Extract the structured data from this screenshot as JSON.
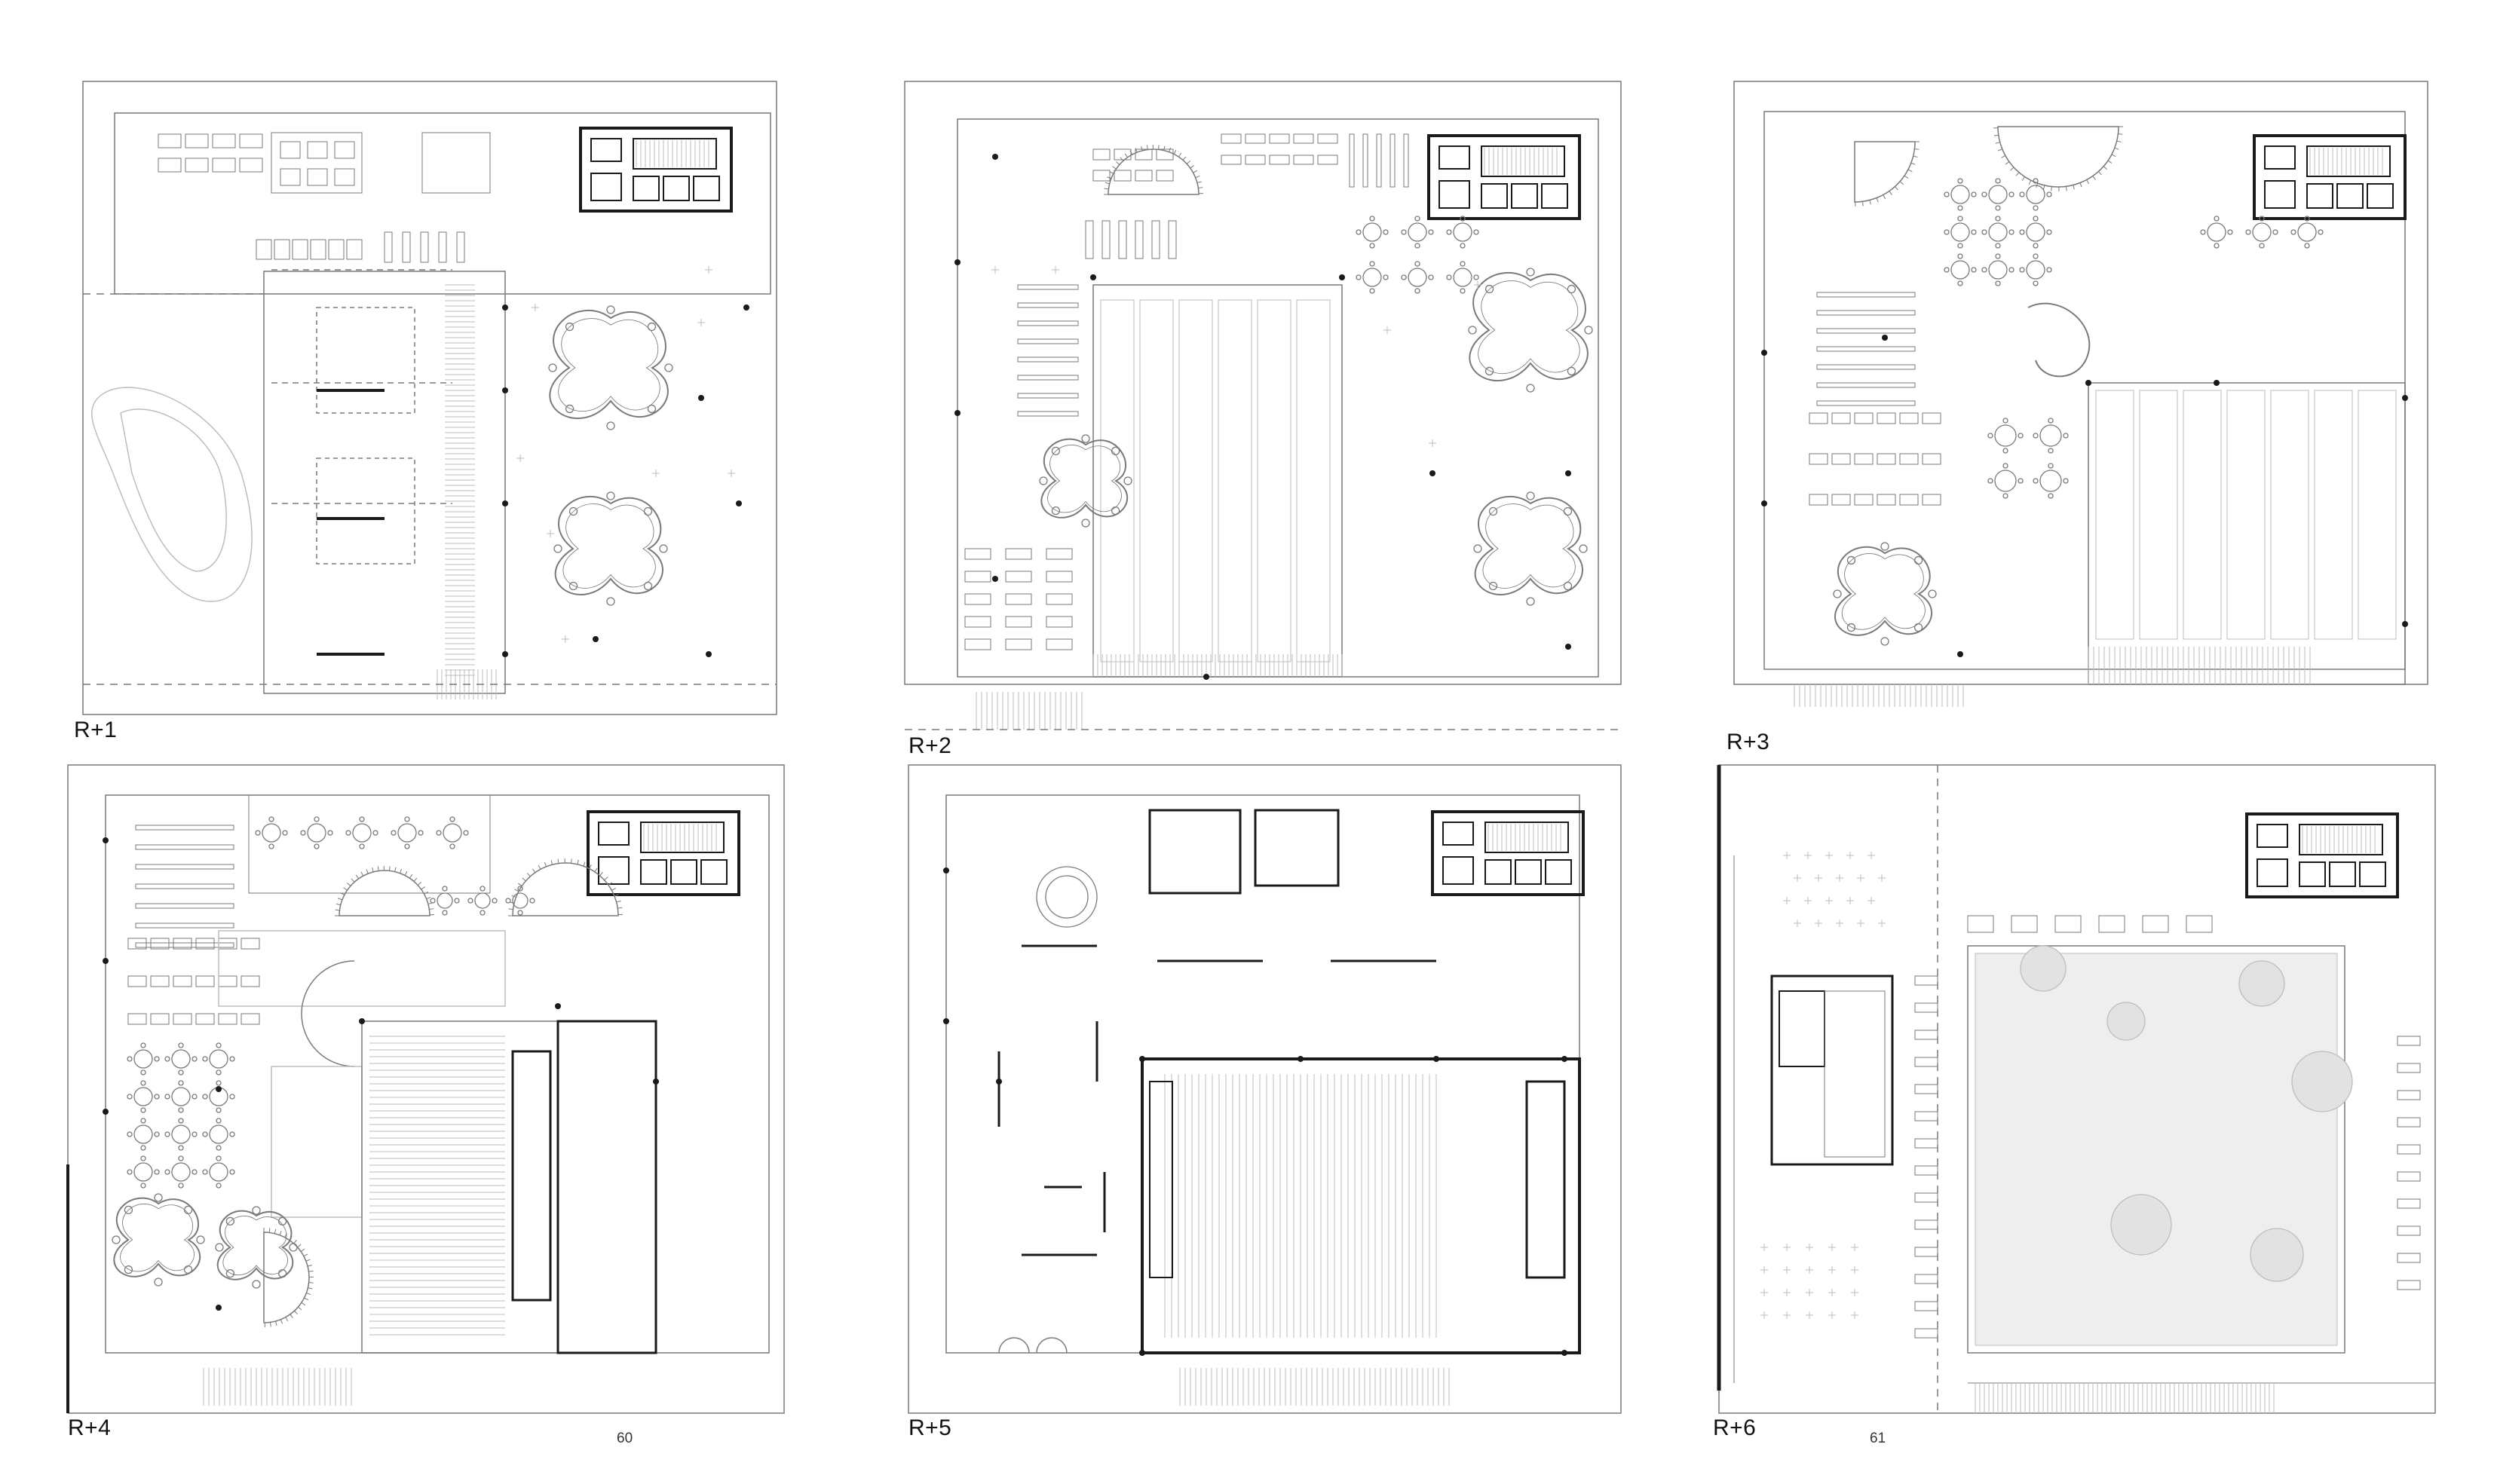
{
  "plans": [
    {
      "id": "r1",
      "label": "R+1"
    },
    {
      "id": "r2",
      "label": "R+2"
    },
    {
      "id": "r3",
      "label": "R+3"
    },
    {
      "id": "r4",
      "label": "R+4"
    },
    {
      "id": "r5",
      "label": "R+5"
    },
    {
      "id": "r6",
      "label": "R+6"
    }
  ],
  "page_numbers": {
    "left": "60",
    "right": "61"
  },
  "colors": {
    "line": "#7a7a7a",
    "dark": "#1a1a1a",
    "fill": "#eeeeee",
    "hatch": "#bdbdbd"
  }
}
